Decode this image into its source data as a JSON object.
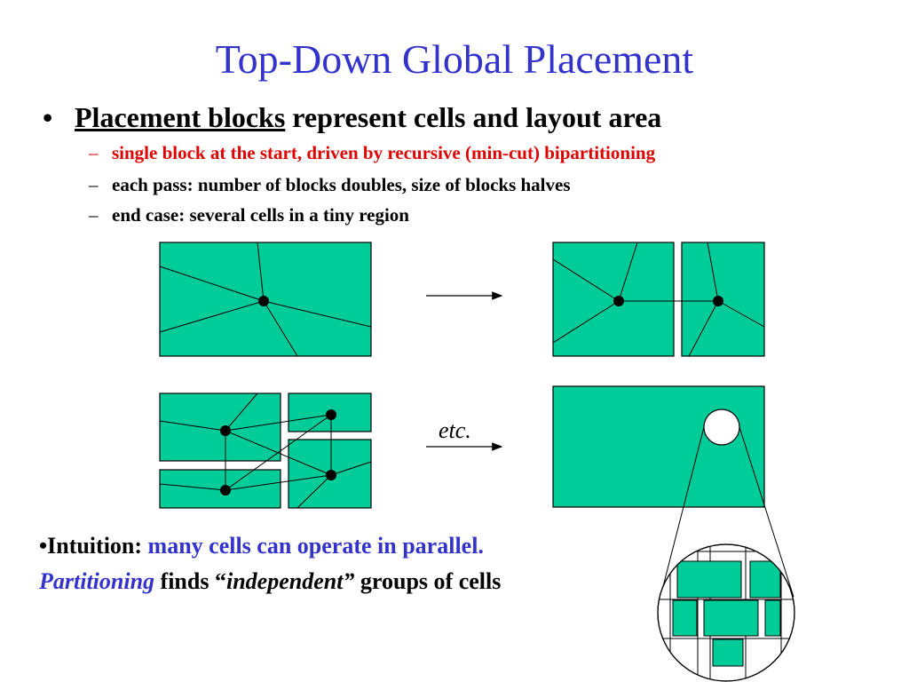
{
  "title": "Top-Down Global Placement",
  "bullet": {
    "marker": "•",
    "underlined": "Placement blocks",
    "rest": " represent cells and layout area"
  },
  "subitems": [
    {
      "dash": "–",
      "text": "single block at the start, driven by recursive (min-cut) bipartitioning"
    },
    {
      "dash": "–",
      "text": "each pass:  number of blocks doubles, size of blocks halves"
    },
    {
      "dash": "–",
      "text": "end case:  several cells in a tiny region"
    }
  ],
  "diagram": {
    "etc_label": "etc.",
    "block_color": "#00cc99"
  },
  "intuition": {
    "marker": "•",
    "label": "Intuition: ",
    "text": "many cells can operate in parallel.",
    "line2_a": "Partitioning",
    "line2_b": " finds “",
    "line2_c": "independent”",
    "line2_d": " groups of cells"
  },
  "colors": {
    "title": "#3333cc",
    "highlight_red": "#e00000",
    "accent_blue": "#3333cc"
  }
}
